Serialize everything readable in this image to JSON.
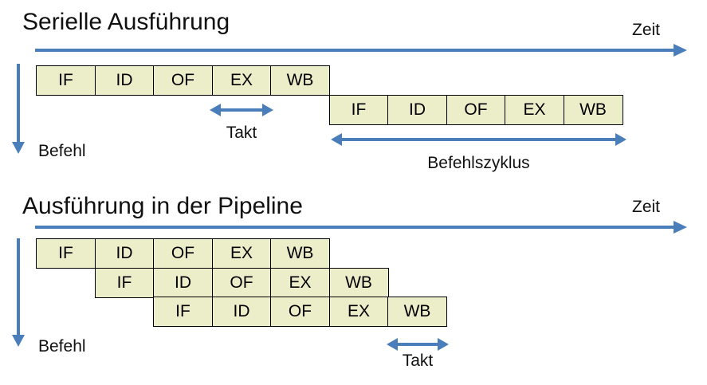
{
  "colors": {
    "accent_blue": "#4a7ebb",
    "box_fill": "#ebeec9",
    "box_border": "#000000",
    "text": "#111111"
  },
  "serial": {
    "title": "Serielle Ausführung",
    "time_label": "Zeit",
    "axis_label": "Befehl",
    "takt_label": "Takt",
    "cycle_label": "Befehlszyklus",
    "rows": [
      {
        "stages": [
          "IF",
          "ID",
          "OF",
          "EX",
          "WB"
        ]
      },
      {
        "stages": [
          "IF",
          "ID",
          "OF",
          "EX",
          "WB"
        ]
      }
    ]
  },
  "pipeline": {
    "title": "Ausführung in der Pipeline",
    "time_label": "Zeit",
    "axis_label": "Befehl",
    "takt_label": "Takt",
    "rows": [
      {
        "stages": [
          "IF",
          "ID",
          "OF",
          "EX",
          "WB"
        ]
      },
      {
        "stages": [
          "IF",
          "ID",
          "OF",
          "EX",
          "WB"
        ]
      },
      {
        "stages": [
          "IF",
          "ID",
          "OF",
          "EX",
          "WB"
        ]
      }
    ]
  }
}
